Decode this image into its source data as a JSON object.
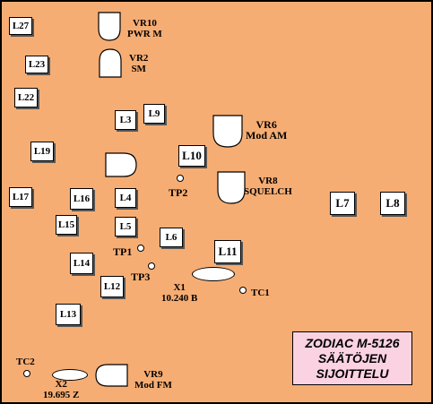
{
  "labels": {
    "L27": "L27",
    "L23": "L23",
    "L22": "L22",
    "L19": "L19",
    "L17": "L17",
    "L16": "L16",
    "L15": "L15",
    "L14": "L14",
    "L13": "L13",
    "L12": "L12",
    "L3": "L3",
    "L9": "L9",
    "L10": "L10",
    "L4": "L4",
    "L5": "L5",
    "L6": "L6",
    "L11": "L11",
    "L7": "L7",
    "L8": "L8"
  },
  "trimmers": {
    "vr10": {
      "name": "VR10",
      "desc": "PWR M"
    },
    "vr2": {
      "name": "VR2",
      "desc": "SM"
    },
    "vr6": {
      "name": "VR6",
      "desc": "Mod AM"
    },
    "vr8": {
      "name": "VR8",
      "desc": "SQUELCH"
    },
    "vr9": {
      "name": "VR9",
      "desc": "Mod FM"
    }
  },
  "testpoints": {
    "tp1": "TP1",
    "tp2": "TP2",
    "tp3": "TP3",
    "tc1": "TC1",
    "tc2": "TC2"
  },
  "crystals": {
    "x1": {
      "name": "X1",
      "freq": "10.240 B"
    },
    "x2": {
      "name": "X2",
      "freq": "19.695 Z"
    }
  },
  "title": {
    "line1": "ZODIAC M-5126",
    "line2": "SÄÄTÖJEN",
    "line3": "SIJOITTELU"
  },
  "colors": {
    "board": "#f6ad73",
    "title_box": "#fbd2e2",
    "component": "#ffffff"
  }
}
